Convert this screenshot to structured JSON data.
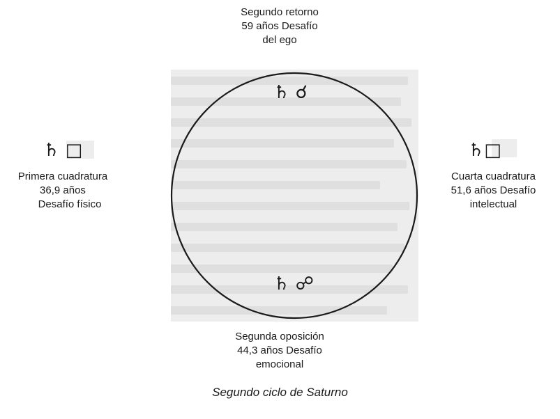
{
  "diagram": {
    "top": {
      "glyphs": "♄ ☌",
      "lines": [
        "Segundo retorno",
        "59 años Desafío",
        "del ego"
      ]
    },
    "left": {
      "glyphs": "♄ □",
      "lines": [
        "Primera cuadratura",
        "36,9 años",
        "Desafío físico"
      ]
    },
    "right": {
      "glyphs": "♄□",
      "lines": [
        "Cuarta cuadratura",
        "51,6 años Desafío",
        "intelectual"
      ]
    },
    "bottom": {
      "glyphs": "♄ ☍",
      "lines": [
        "Segunda oposición",
        "44,3 años Desafío",
        "emocional"
      ]
    },
    "caption": "Segundo ciclo de Saturno",
    "colors": {
      "ring": "#1a1a1a",
      "background_texture": "#d7d7d7",
      "text": "#1a1a1a"
    }
  }
}
